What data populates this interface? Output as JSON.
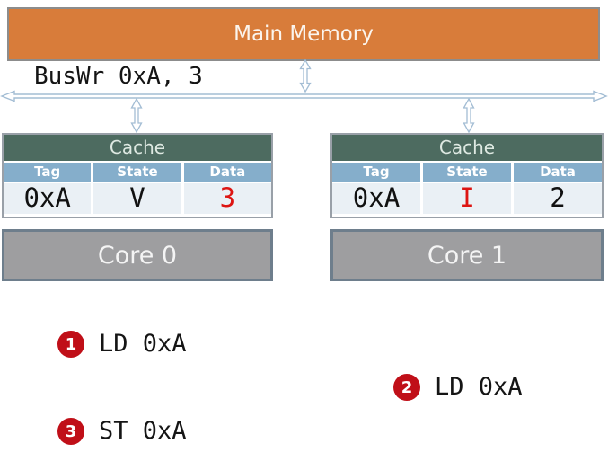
{
  "main_memory": {
    "label": "Main Memory"
  },
  "bus": {
    "label": "BusWr 0xA, 3"
  },
  "caches": [
    {
      "title": "Cache",
      "columns": [
        "Tag",
        "State",
        "Data"
      ],
      "row": {
        "tag": "0xA",
        "state": "V",
        "data": "3"
      },
      "highlight": {
        "tag": false,
        "state": false,
        "data": true
      }
    },
    {
      "title": "Cache",
      "columns": [
        "Tag",
        "State",
        "Data"
      ],
      "row": {
        "tag": "0xA",
        "state": "I",
        "data": "2"
      },
      "highlight": {
        "tag": false,
        "state": true,
        "data": false
      }
    }
  ],
  "cores": [
    {
      "label": "Core 0"
    },
    {
      "label": "Core 1"
    }
  ],
  "steps": [
    {
      "num": "1",
      "label": "LD 0xA"
    },
    {
      "num": "2",
      "label": "LD 0xA"
    },
    {
      "num": "3",
      "label": "ST 0xA"
    }
  ],
  "colors": {
    "memory_fill": "#D87C3A",
    "memory_border": "#8C8C8C",
    "cache_header_fill": "#4D6B60",
    "table_header_fill": "#85AECB",
    "table_row_fill": "#EAF0F5",
    "core_fill": "#9E9EA0",
    "core_border": "#6E7E8C",
    "bus_arrow": "#A3BDD4",
    "highlight_red": "#DD1512",
    "badge_red": "#C00F18"
  }
}
